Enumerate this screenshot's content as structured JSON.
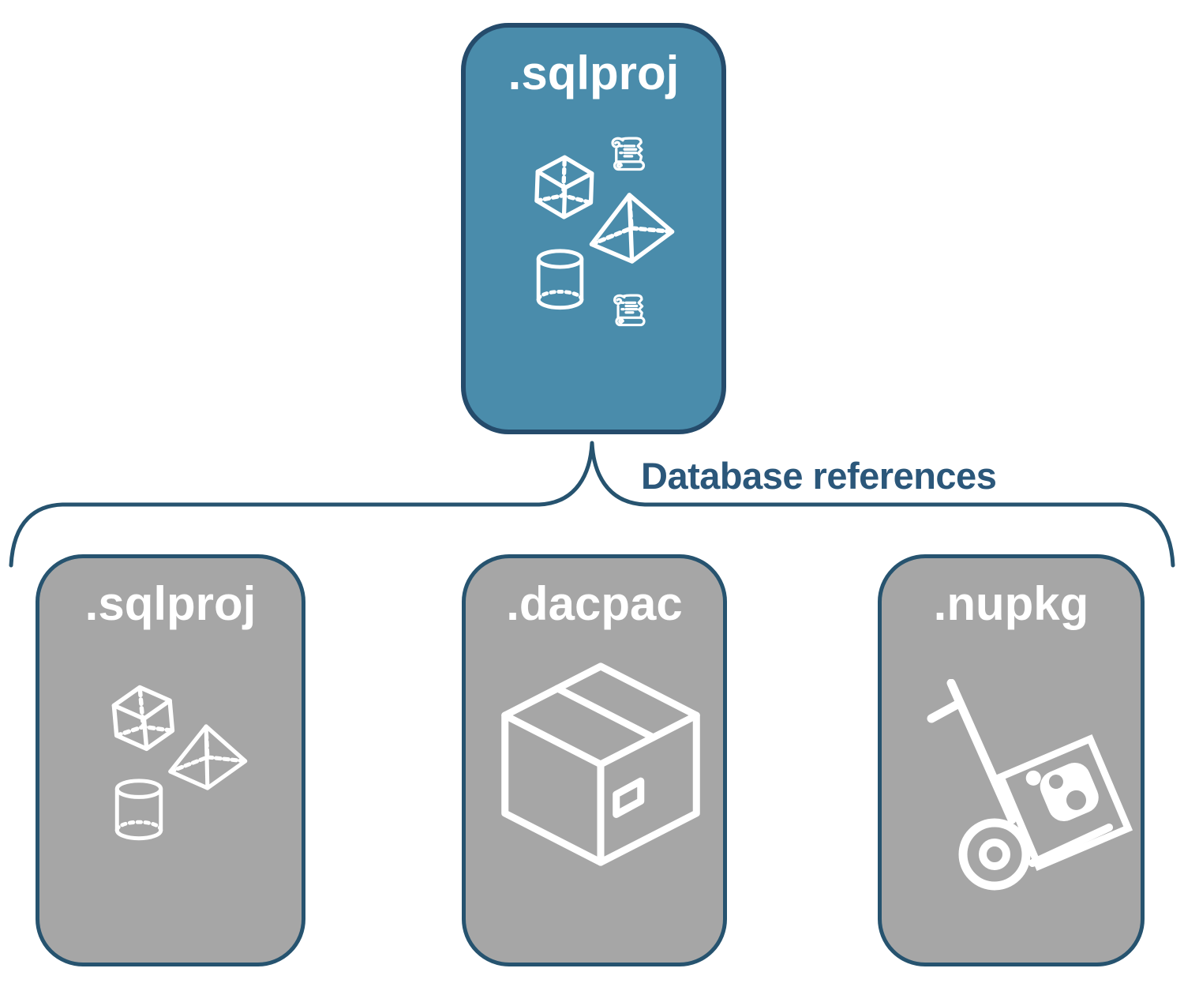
{
  "background_color": "#FFFFFF",
  "root_box": {
    "label": ".sqlproj",
    "fill_color": "#4A8CAB",
    "border_color": "#254B6B",
    "label_color": "#FFFFFF",
    "icons": [
      "scroll-icon",
      "cube-icon",
      "pyramid-icon",
      "cylinder-icon",
      "scroll-icon"
    ]
  },
  "connector": {
    "label": "Database references",
    "label_color": "#2B577A",
    "line_color": "#26536F",
    "shape": "curly-brace-opening-down"
  },
  "child_boxes": [
    {
      "label": ".sqlproj",
      "fill_color": "#A6A6A6",
      "border_color": "#26536F",
      "label_color": "#FFFFFF",
      "icons": [
        "cube-icon",
        "pyramid-icon",
        "cylinder-icon"
      ]
    },
    {
      "label": ".dacpac",
      "fill_color": "#A6A6A6",
      "border_color": "#26536F",
      "label_color": "#FFFFFF",
      "icons": [
        "package-box-icon"
      ]
    },
    {
      "label": ".nupkg",
      "fill_color": "#A6A6A6",
      "border_color": "#26536F",
      "label_color": "#FFFFFF",
      "icons": [
        "hand-truck-icon",
        "nuget-logo-icon"
      ]
    }
  ]
}
